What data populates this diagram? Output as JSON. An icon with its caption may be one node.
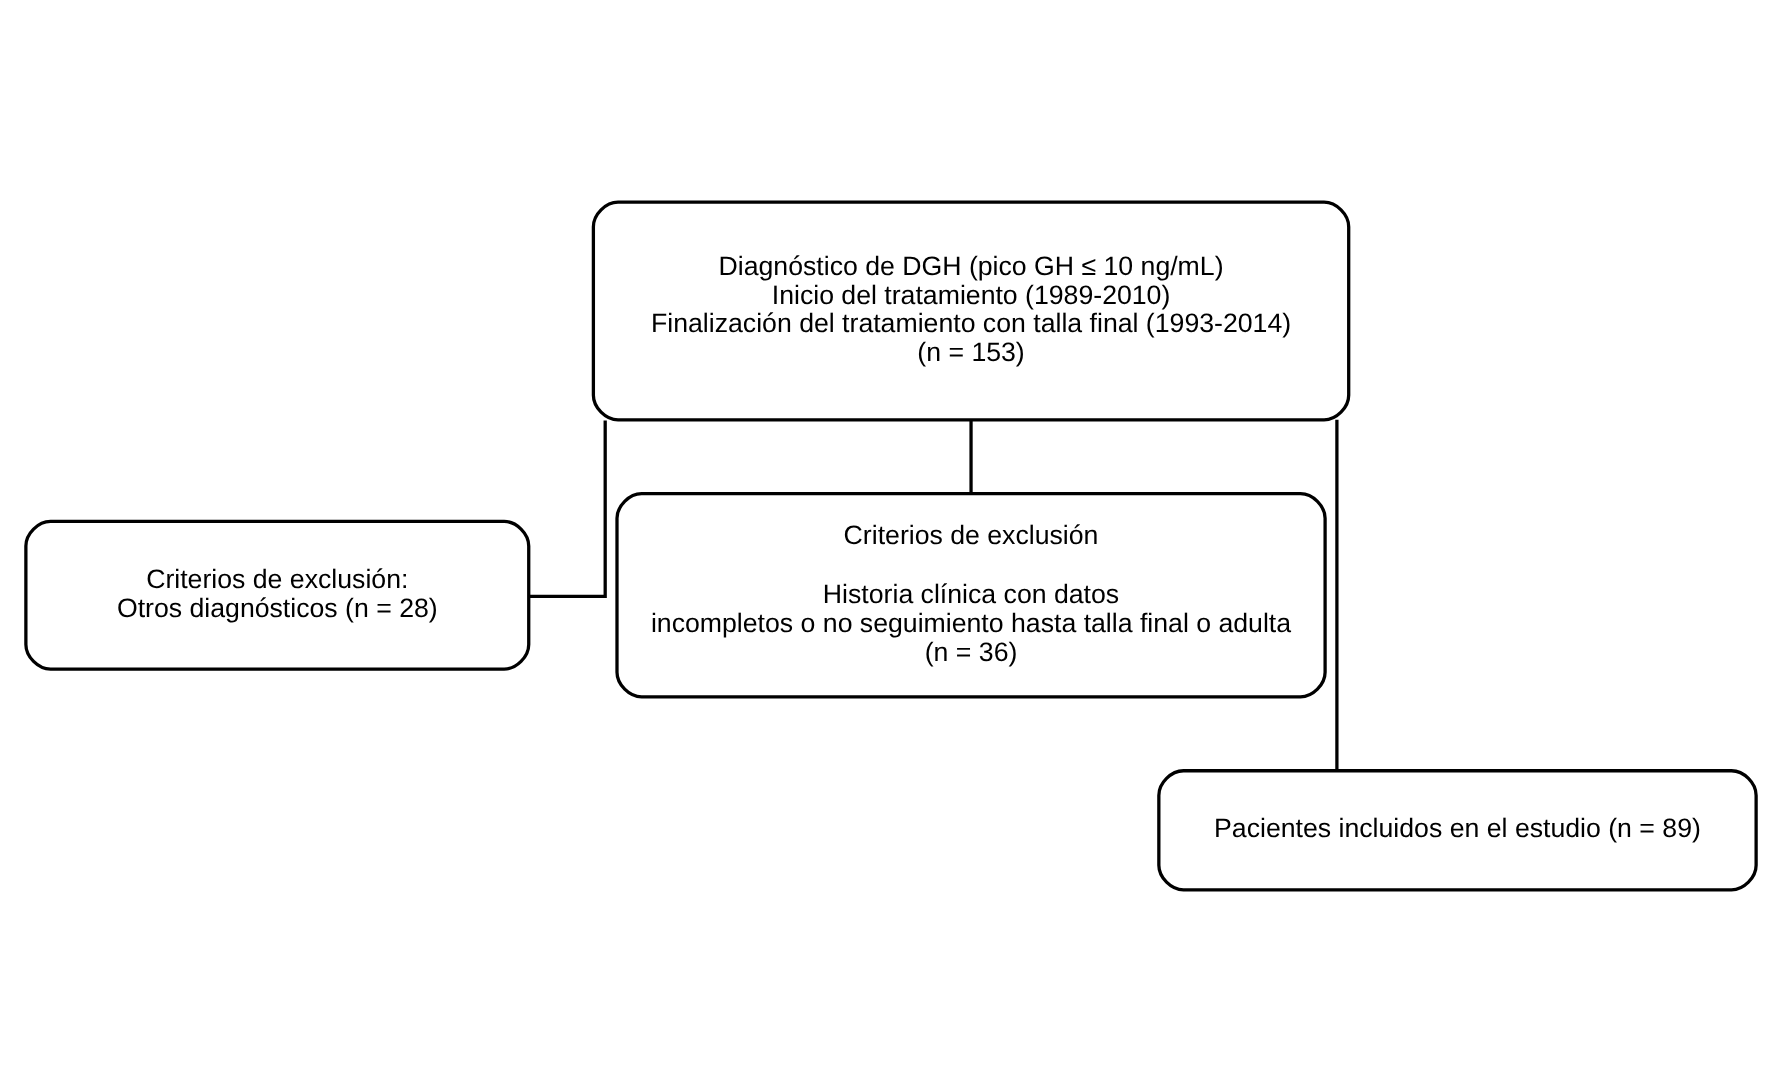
{
  "diagram": {
    "nodes": [
      {
        "text": [
          "Diagnóstico de DGH (pico GH ≤ 10 ng/mL)",
          "Inicio del tratamiento (1989-2010)",
          "Finalización del tratamiento con talla final (1993-2014)",
          "(n = 153)"
        ]
      },
      {
        "text": [
          "Criterios de exclusión:",
          "Otros diagnósticos (n = 28)"
        ]
      },
      {
        "text": [
          "Criterios de exclusión",
          "Historia clínica con datos incompletos o no seguimiento hasta talla final o adulta",
          "(n = 36)"
        ]
      },
      {
        "text": [
          "Pacientes incluidos en el estudio (n = 89)"
        ]
      }
    ],
    "edges": [
      {
        "from": 0,
        "to": 1,
        "arrow": "none"
      },
      {
        "from": 0,
        "to": 2,
        "arrow": "none"
      },
      {
        "from": 0,
        "to": 3,
        "arrow": "none"
      }
    ]
  }
}
